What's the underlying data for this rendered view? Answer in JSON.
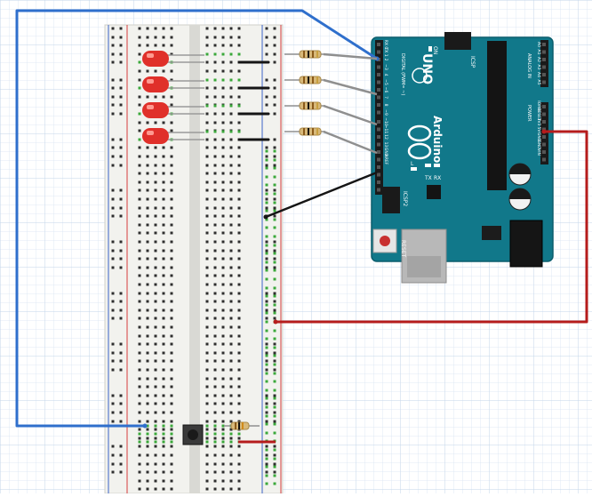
{
  "colors": {
    "grid_line": "#d7e4f2",
    "grid_major": "#c3d5ea",
    "breadboard": "#f2f2ee",
    "breadboard_center": "#d9d9d4",
    "rail_red": "#d63c3c",
    "rail_blue": "#3c64c8",
    "hole": "#2e2e2e",
    "hole_active": "#3aa83a",
    "arduino": "#11788a",
    "arduino_edge": "#0b5d6c",
    "header": "#1a1a1a",
    "wire_blue": "#2f6fcc",
    "wire_red": "#b51c1c",
    "wire_black": "#151515",
    "wire_gray": "#8f8f8f",
    "led": "#e0302a",
    "resistor": "#d8b97a"
  },
  "arduino": {
    "model": "UNO",
    "brand": "Arduino",
    "label_reset": "RESET",
    "label_icsp2": "ICSP2",
    "label_icsp": "ICSP",
    "label_digital": "DIGITAL (PWM= ~)",
    "label_analog": "ANALOG IN",
    "label_power": "POWER",
    "label_on": "ON",
    "label_tx": "TX",
    "label_rx": "RX",
    "label_l": "L",
    "digital_pins": [
      "13",
      "12",
      "~11",
      "~10",
      "~9",
      "8",
      "7",
      "~6",
      "~5",
      "4",
      "~3",
      "2",
      "TX 1",
      "RX 0"
    ],
    "power_pins": [
      "IOREF",
      "RESET",
      "3V3",
      "5V",
      "GND",
      "GND",
      "VIN"
    ],
    "analog_pins": [
      "A0",
      "A1",
      "A2",
      "A3",
      "A4",
      "A5"
    ],
    "extra_pins": [
      "GND",
      "AREF"
    ]
  },
  "components": {
    "leds": 4,
    "led_resistors": 4,
    "pushbutton": 1,
    "pulldown_resistor": 1
  }
}
